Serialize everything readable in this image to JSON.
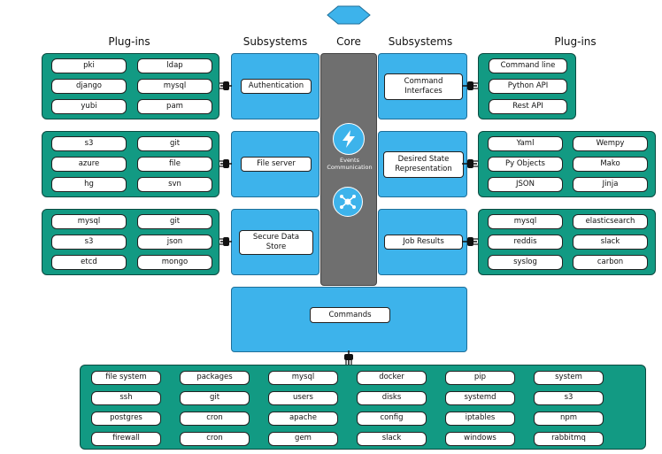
{
  "headers": {
    "plugins_left": "Plug-ins",
    "subsystems_left": "Subsystems",
    "core": "Core",
    "subsystems_right": "Subsystems",
    "plugins_right": "Plug-ins"
  },
  "core": {
    "events_label": "Events Communication"
  },
  "subsystems": {
    "authentication": "Authentication",
    "file_server": "File server",
    "secure_data_store": "Secure Data Store",
    "command_interfaces": "Command Interfaces",
    "desired_state": "Desired State Representation",
    "job_results": "Job Results",
    "commands": "Commands"
  },
  "plugins": {
    "auth": [
      "pki",
      "ldap",
      "django",
      "mysql",
      "yubi",
      "pam"
    ],
    "fileserver": [
      "s3",
      "git",
      "azure",
      "file",
      "hg",
      "svn"
    ],
    "datastore": [
      "mysql",
      "git",
      "s3",
      "json",
      "etcd",
      "mongo"
    ],
    "command_interfaces": [
      "Command line",
      "Python API",
      "Rest API"
    ],
    "desired_state": [
      "Yaml",
      "Wempy",
      "Py Objects",
      "Mako",
      "JSON",
      "Jinja"
    ],
    "job_results": [
      "mysql",
      "elasticsearch",
      "reddis",
      "slack",
      "syslog",
      "carbon"
    ],
    "commands": [
      "file system",
      "packages",
      "mysql",
      "docker",
      "pip",
      "system",
      "ssh",
      "git",
      "users",
      "disks",
      "systemd",
      "s3",
      "postgres",
      "cron",
      "apache",
      "config",
      "iptables",
      "npm",
      "firewall",
      "cron",
      "gem",
      "slack",
      "windows",
      "rabbitmq"
    ]
  },
  "colors": {
    "green": "#129a83",
    "blue": "#3db3eb",
    "core": "#6f6f6f"
  }
}
